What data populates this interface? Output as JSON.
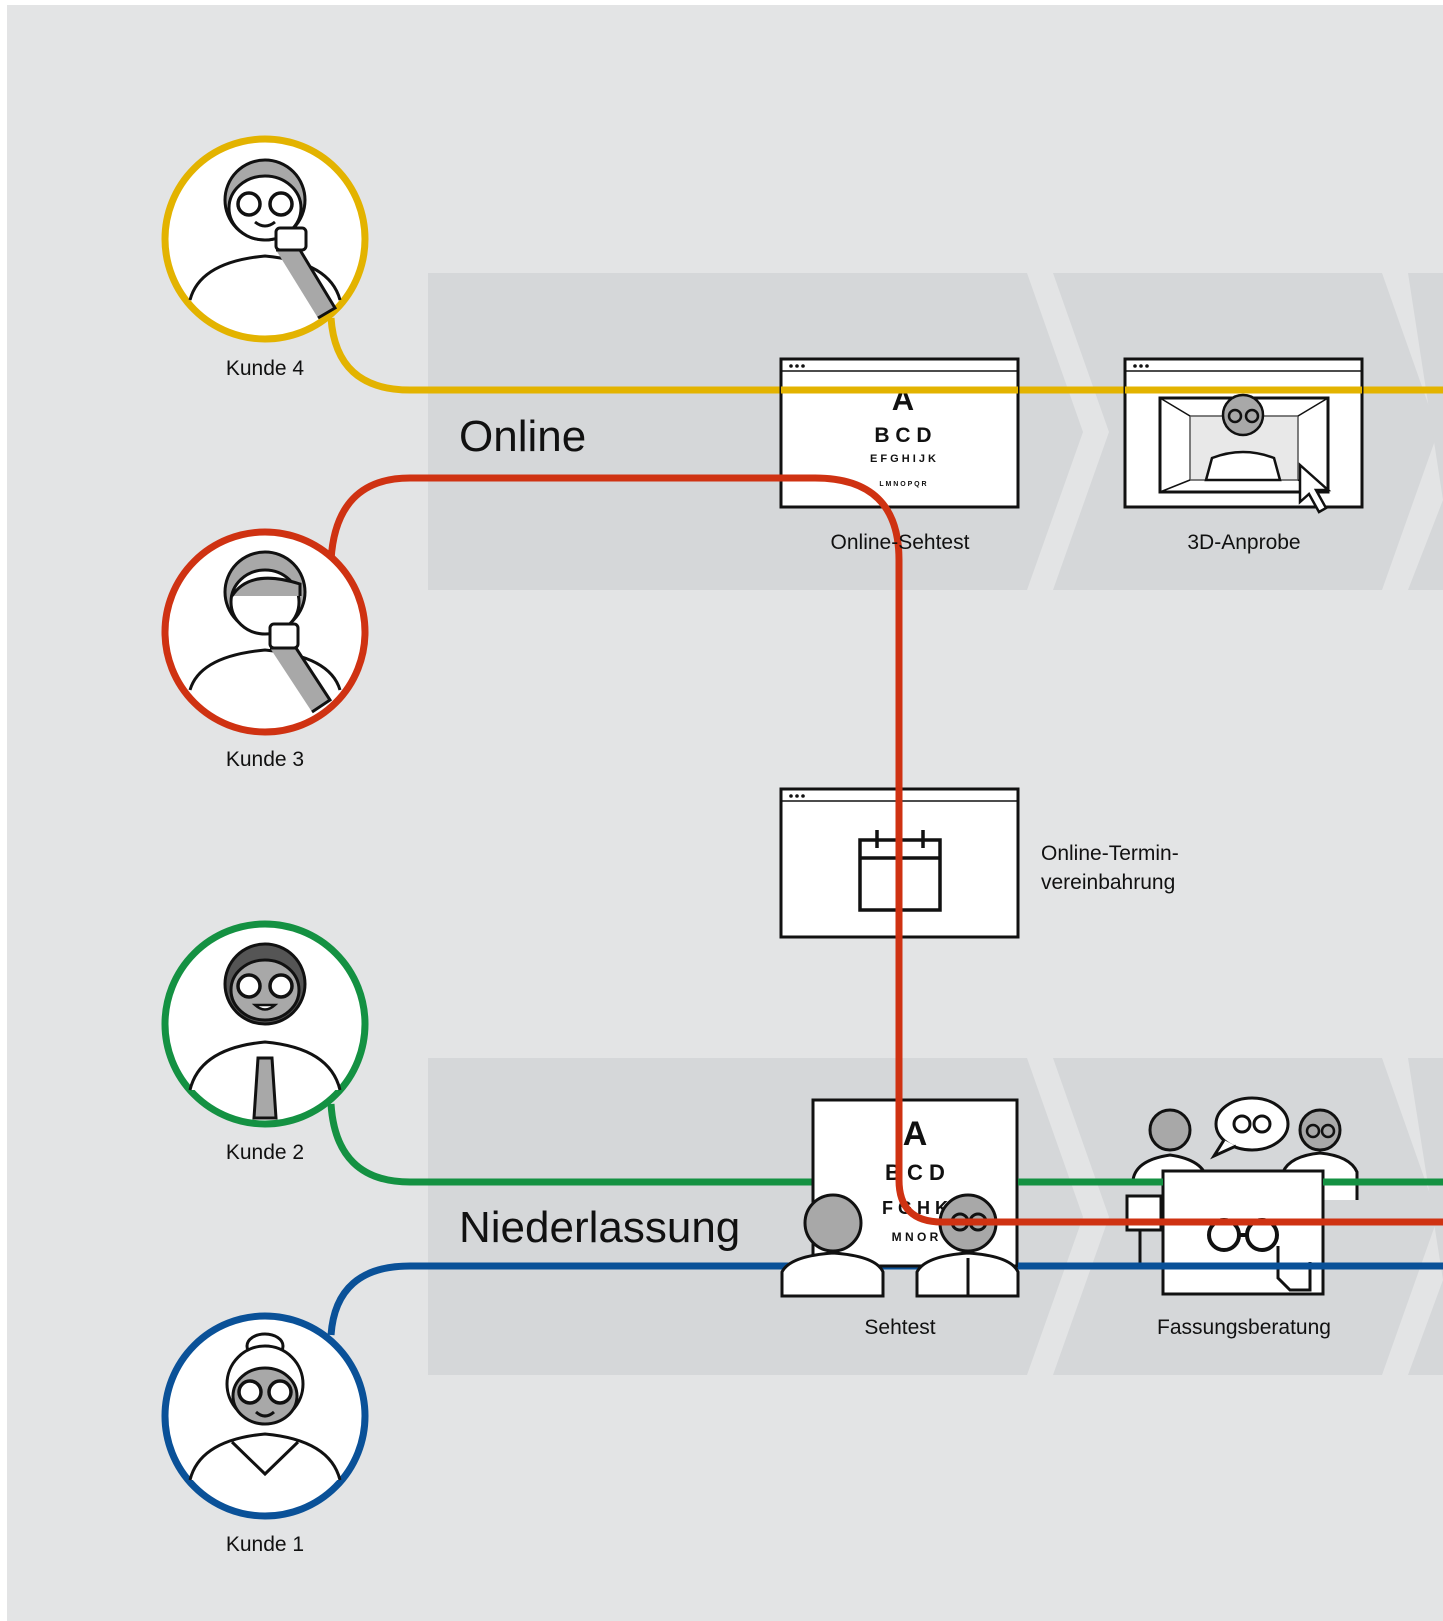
{
  "channels": {
    "online": "Online",
    "store": "Niederlassung"
  },
  "customers": [
    {
      "label": "Kunde 4",
      "color": "#e3b300"
    },
    {
      "label": "Kunde 3",
      "color": "#cf3212"
    },
    {
      "label": "Kunde 2",
      "color": "#149142"
    },
    {
      "label": "Kunde 1",
      "color": "#0a5198"
    }
  ],
  "touchpoints": {
    "online_eye_test": "Online-Sehtest",
    "try_on_3d": "3D-Anprobe",
    "appointment_line1": "Online-Termin-",
    "appointment_line2": "vereinbahrung",
    "eye_test": "Sehtest",
    "frame_consulting": "Fassungsberatung"
  },
  "eye_chart": {
    "row1": "A",
    "row2": "B C D",
    "row3": "E F G H I J K",
    "row4": "L M N O P Q R"
  },
  "store_eye_chart": {
    "row1": "A",
    "row2": "B C D",
    "row3": "F G H K",
    "row4": "M N O R"
  },
  "colors": {
    "page_bg": "#e3e4e5",
    "band_bg": "#d5d7d9"
  }
}
